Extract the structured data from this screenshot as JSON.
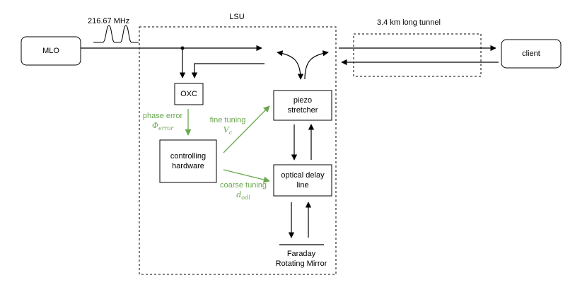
{
  "colors": {
    "stroke": "#000000",
    "feedback": "#6aa84f"
  },
  "labels": {
    "mlo": "MLO",
    "client": "client",
    "lsu": "LSU",
    "frequency": "216.67 MHz",
    "tunnel": "3.4 km long tunnel",
    "oxc": "OXC",
    "piezo_line1": "piezo",
    "piezo_line2": "stretcher",
    "controller_line1": "controlling",
    "controller_line2": "hardware",
    "odl_line1": "optical delay",
    "odl_line2": "line",
    "phase_error": "phase error",
    "phase_error_symbol": "Φ",
    "phase_error_sub": "error",
    "fine_tuning": "fine tuning",
    "fine_tuning_symbol": "V",
    "fine_tuning_sub": "c",
    "coarse_tuning": "coarse tuning",
    "coarse_tuning_symbol": "d",
    "coarse_tuning_sub": "odl",
    "frm_line1": "Faraday",
    "frm_line2": "Rotating Mirror"
  }
}
